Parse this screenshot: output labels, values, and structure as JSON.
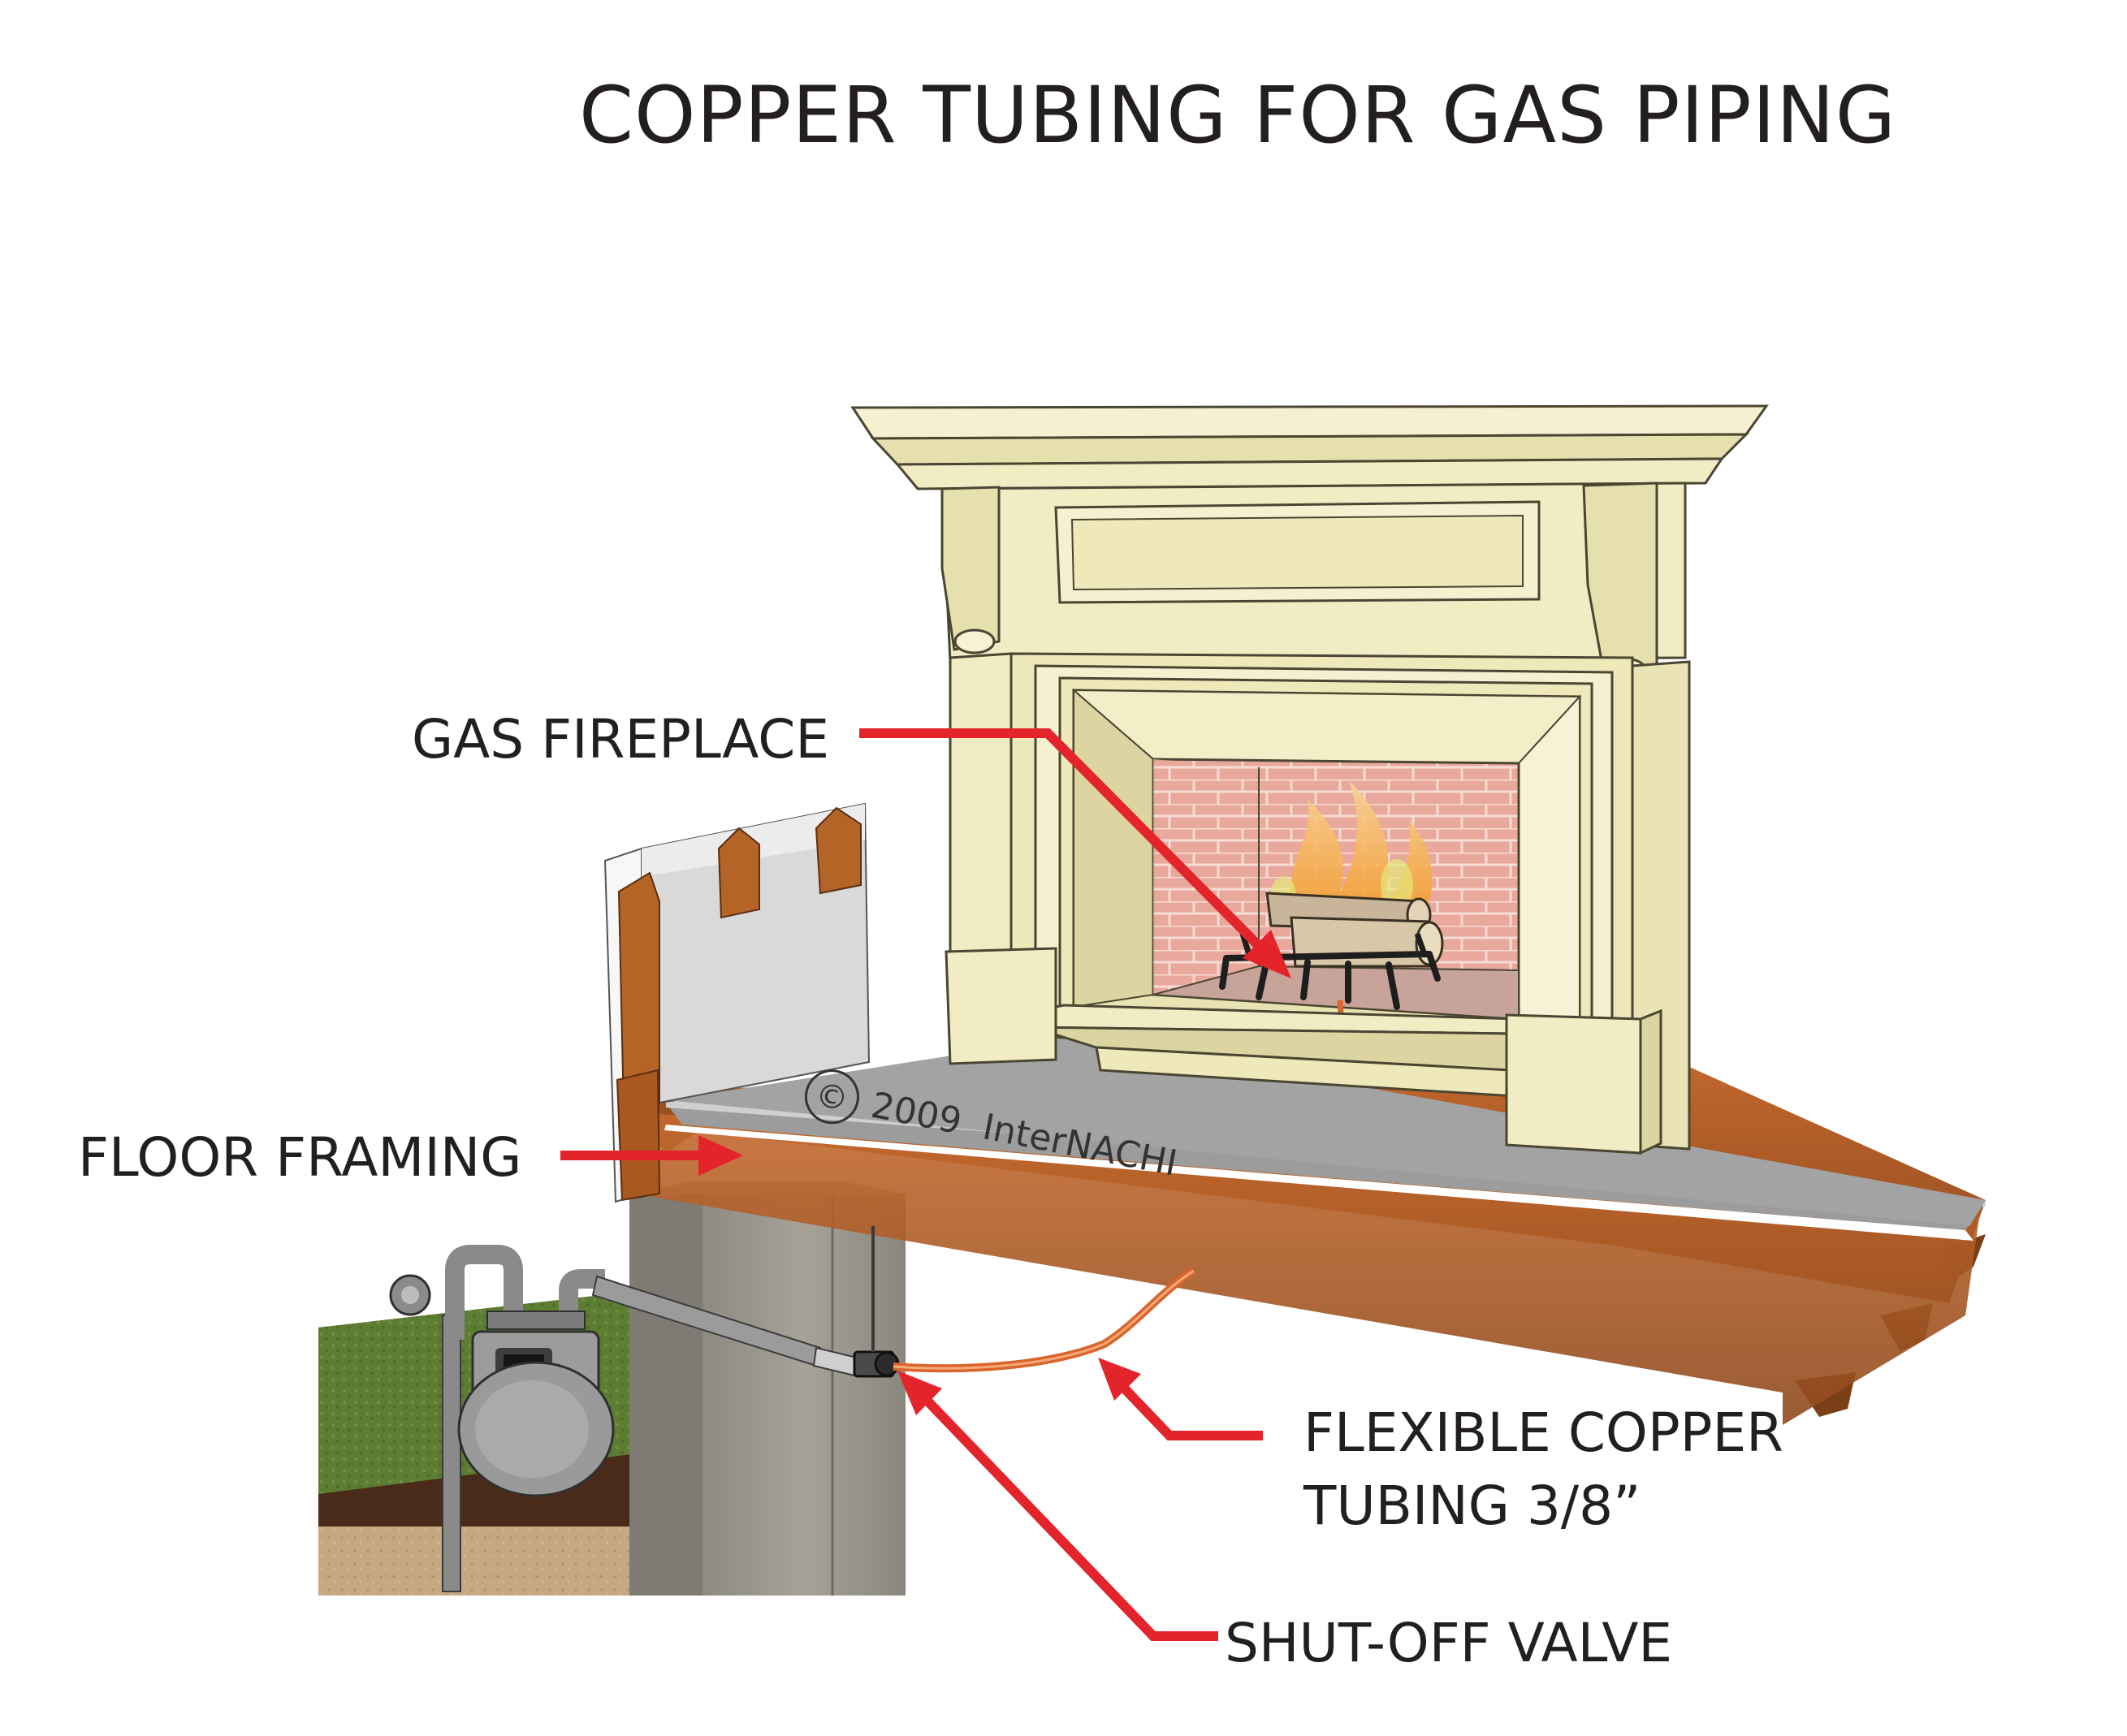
{
  "title": "COPPER TUBING FOR GAS PIPING",
  "labels": {
    "gas_fireplace": "GAS FIREPLACE",
    "floor_framing": "FLOOR FRAMING",
    "flexible_copper_line1": "FLEXIBLE COPPER",
    "flexible_copper_line2": "TUBING 3/8”",
    "shut_off_valve": "SHUT-OFF VALVE"
  },
  "copyright": {
    "symbol": "©",
    "text": "2009  InterNACHI"
  },
  "colors": {
    "arrow": "#e3242b",
    "mantel": "#f2ecc4",
    "subfloor": "#9a9a9a",
    "joist": "#b8622a",
    "foundation": "#9b968d",
    "ground": "#6a8a3a",
    "copper": "#d9652a"
  },
  "icons": [
    "gas-meter-icon",
    "shut-off-valve-icon",
    "flame-icon"
  ]
}
